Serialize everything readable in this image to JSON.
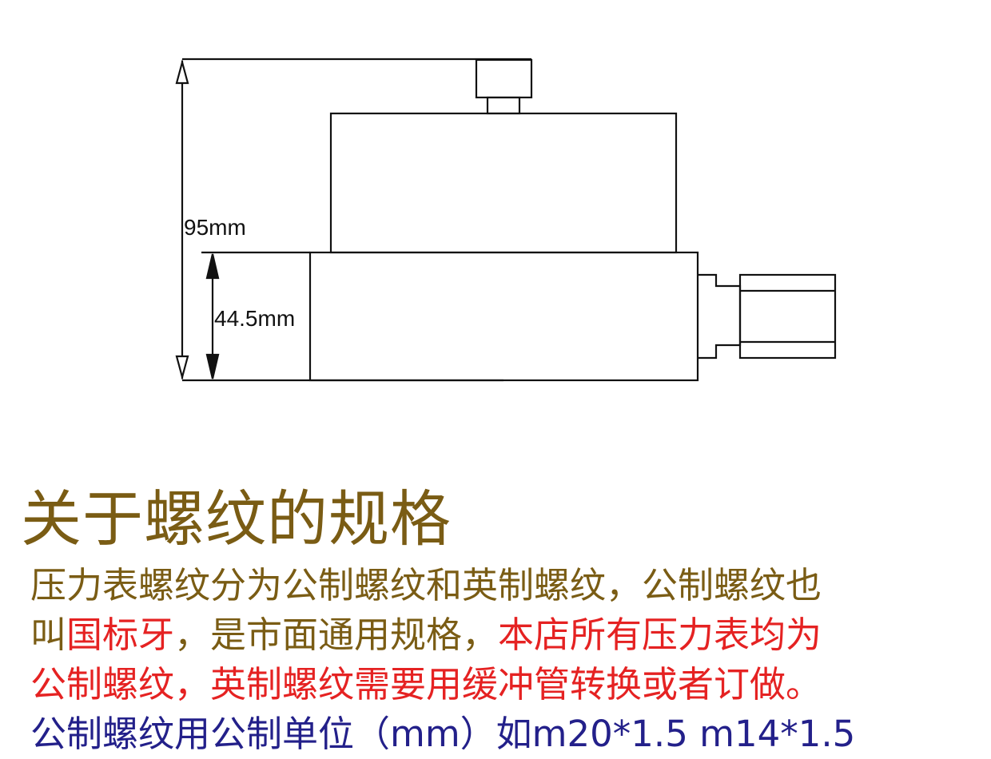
{
  "diagram": {
    "label_total_height": "95mm",
    "label_body_height": "44.5mm"
  },
  "heading": "关于螺纹的规格",
  "paragraph": {
    "lines": [
      [
        {
          "text": "压力表螺纹分为公制螺纹和英制螺纹，公制螺纹也",
          "color": "brown"
        }
      ],
      [
        {
          "text": "叫",
          "color": "brown"
        },
        {
          "text": "国标牙",
          "color": "red"
        },
        {
          "text": "，是市面通用规格，",
          "color": "brown"
        },
        {
          "text": "本店所有压力表均为",
          "color": "red"
        }
      ],
      [
        {
          "text": "公制螺纹，英制螺纹需要用缓冲管转换或者订做。",
          "color": "red"
        }
      ],
      [
        {
          "text": "公制螺纹用公制单位（mm）如m20*1.5 m14*1.5",
          "color": "blue"
        }
      ]
    ]
  },
  "colors": {
    "brown": "#7a5c14",
    "red": "#e52222",
    "blue": "#23208a",
    "line": "#111111"
  }
}
